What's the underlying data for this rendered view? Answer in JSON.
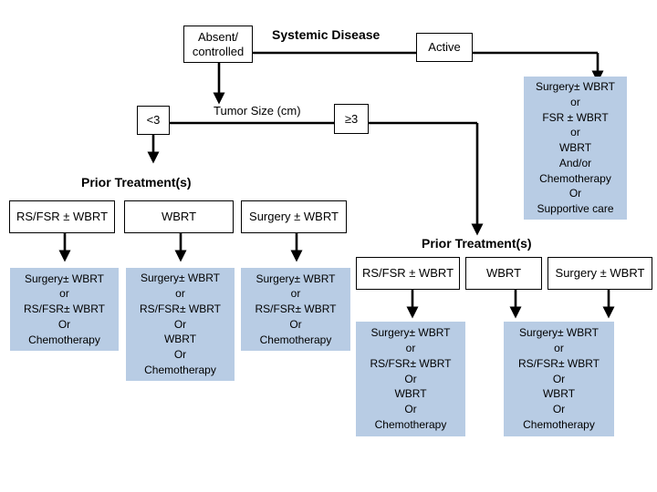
{
  "systemic_disease": {
    "title": "Systemic Disease",
    "absent": [
      "Absent/",
      "controlled"
    ],
    "active": "Active",
    "active_options": [
      "Surgery± WBRT",
      "or",
      "FSR ± WBRT",
      "or",
      "WBRT",
      "And/or",
      "Chemotherapy",
      "Or",
      "Supportive care"
    ]
  },
  "tumor_size": {
    "title": "Tumor Size (cm)",
    "small": "<3",
    "large": "≥3"
  },
  "small_branch": {
    "title": "Prior Treatment(s)",
    "treatments": [
      {
        "label": "RS/FSR ± WBRT",
        "options": [
          "Surgery± WBRT",
          "or",
          "RS/FSR± WBRT",
          "Or",
          "Chemotherapy"
        ]
      },
      {
        "label": "WBRT",
        "options": [
          "Surgery± WBRT",
          "or",
          "RS/FSR± WBRT",
          "Or",
          "WBRT",
          "Or",
          "Chemotherapy"
        ]
      },
      {
        "label": "Surgery ± WBRT",
        "options": [
          "Surgery± WBRT",
          "or",
          "RS/FSR± WBRT",
          "Or",
          "Chemotherapy"
        ]
      }
    ]
  },
  "large_branch": {
    "title": "Prior Treatment(s)",
    "treatments": [
      {
        "label": "RS/FSR ± WBRT",
        "options": [
          "Surgery± WBRT",
          "or",
          "RS/FSR± WBRT",
          "Or",
          "WBRT",
          "Or",
          "Chemotherapy"
        ]
      },
      {
        "label": "WBRT",
        "options": []
      },
      {
        "label": "Surgery ± WBRT",
        "options": [
          "Surgery± WBRT",
          "or",
          "RS/FSR± WBRT",
          "Or",
          "WBRT",
          "Or",
          "Chemotherapy"
        ]
      }
    ]
  }
}
